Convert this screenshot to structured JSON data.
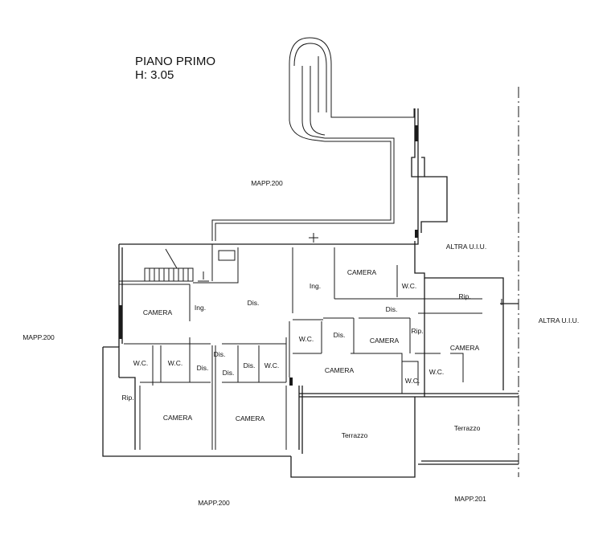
{
  "title": "PIANO PRIMO",
  "height": "H: 3.05",
  "neighbors": {
    "mapp200_top": "MAPP.200",
    "mapp200_left": "MAPP.200",
    "mapp200_bottom": "MAPP.200",
    "mapp201": "MAPP.201",
    "altra_top": "ALTRA U.I.U.",
    "altra_right": "ALTRA U.I.U."
  },
  "rooms": {
    "camera_1": "CAMERA",
    "camera_2": "CAMERA",
    "camera_3": "CAMERA",
    "camera_4": "CAMERA",
    "camera_5": "CAMERA",
    "camera_6": "CAMERA",
    "camera_7": "CAMERA",
    "wc_1": "W.C.",
    "wc_2": "W.C.",
    "wc_3": "W.C.",
    "wc_4": "W.C.",
    "wc_5": "W.C.",
    "wc_6": "W.C.",
    "wc_7": "W.C.",
    "ing_1": "Ing.",
    "ing_2": "Ing.",
    "dis_1": "Dis.",
    "dis_2": "Dis.",
    "dis_3": "Dis.",
    "dis_4": "Dis.",
    "dis_5": "Dis.",
    "dis_6": "Dis.",
    "dis_7": "Dis.",
    "rip_1": "Rip.",
    "rip_2": "Rip.",
    "rip_3": "Rip.",
    "terrazzo_1": "Terrazzo",
    "terrazzo_2": "Terrazzo"
  }
}
